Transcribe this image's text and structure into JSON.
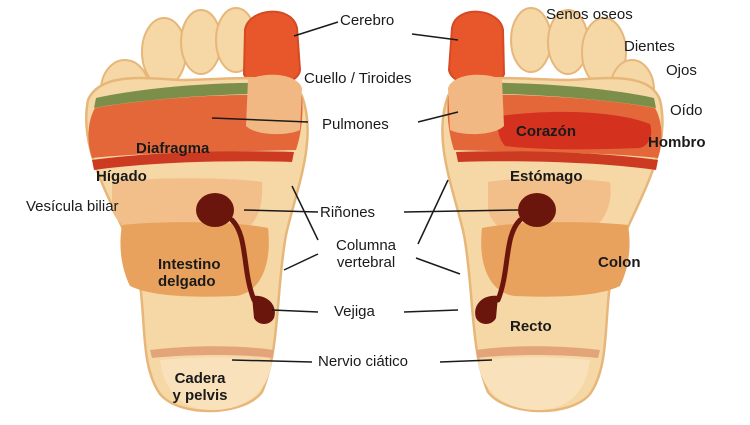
{
  "labels": {
    "cerebro": "Cerebro",
    "senos": "Senos oseos",
    "dientes": "Dientes",
    "ojos": "Ojos",
    "oido": "Oído",
    "cuello": "Cuello / Tiroides",
    "pulmones": "Pulmones",
    "corazon": "Corazón",
    "hombro": "Hombro",
    "diafragma": "Diafragma",
    "higado": "Hígado",
    "estomago": "Estómago",
    "vesicula": "Vesícula biliar",
    "rinones": "Riñones",
    "columna_1": "Columna",
    "columna_2": "vertebral",
    "intestino_1": "Intestino",
    "intestino_2": "delgado",
    "colon": "Colon",
    "vejiga": "Vejiga",
    "recto": "Recto",
    "nervio": "Nervio ciático",
    "cadera_1": "Cadera",
    "cadera_2": "y pelvis"
  },
  "colors": {
    "skin": "#f6d7a6",
    "outline": "#e7b77a",
    "brain": "#e8562b",
    "lung": "#e4673a",
    "heart": "#d4321f",
    "diaphragm": "#cc3a22",
    "toe_band": "#7c8f4a",
    "organ_dark": "#6b160c",
    "intestine": "#e9a25e",
    "sciatic": "#e4a47a"
  }
}
